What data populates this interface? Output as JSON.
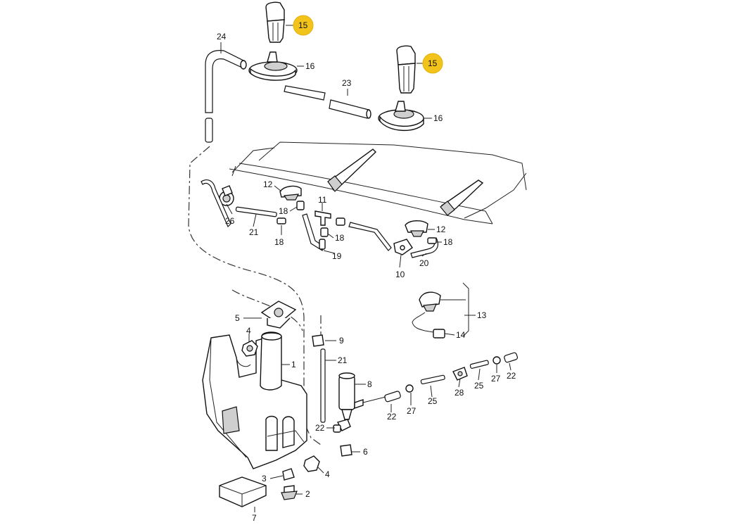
{
  "callouts": {
    "n1": "1",
    "n2": "2",
    "n3": "3",
    "n4a": "4",
    "n4b": "4",
    "n5": "5",
    "n6": "6",
    "n7": "7",
    "n8": "8",
    "n9": "9",
    "n10": "10",
    "n11": "11",
    "n12a": "12",
    "n12b": "12",
    "n13": "13",
    "n14": "14",
    "n15a": "15",
    "n15b": "15",
    "n16a": "16",
    "n16b": "16",
    "n18a": "18",
    "n18b": "18",
    "n18c": "18",
    "n18d": "18",
    "n19": "19",
    "n20": "20",
    "n21a": "21",
    "n21b": "21",
    "n22a": "22",
    "n22b": "22",
    "n22c": "22",
    "n23": "23",
    "n24": "24",
    "n25a": "25",
    "n25b": "25",
    "n26": "26",
    "n27a": "27",
    "n27b": "27",
    "n28": "28"
  },
  "highlight_color": "#f2c31b"
}
